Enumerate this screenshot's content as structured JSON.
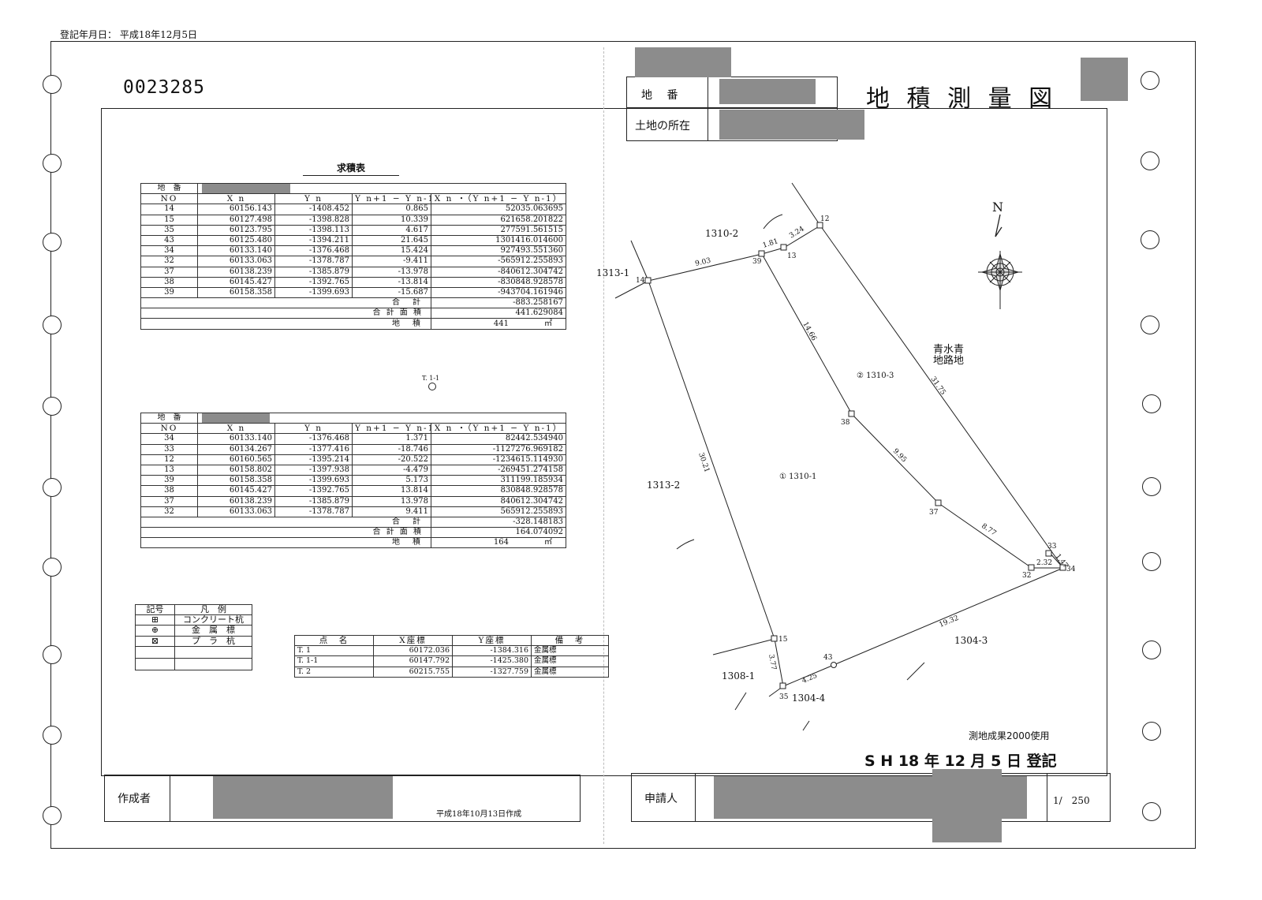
{
  "header": {
    "registration_date": "登記年月日： 平成18年12月5日",
    "doc_number": "0023285",
    "title": "地 積 測 量 図",
    "chiban_label": "地　 番",
    "location_label": "土地の所在"
  },
  "calc": {
    "title": "求積表",
    "chiban_label": "地　番",
    "columns": [
      "NO",
      "X n",
      "Y n",
      "Y n+1 − Y n-1",
      "X n ・（Y n+1 − Y n-1）"
    ],
    "table1": {
      "rows": [
        [
          "14",
          "60156.143",
          "-1408.452",
          "0.865",
          "52035.063695"
        ],
        [
          "15",
          "60127.498",
          "-1398.828",
          "10.339",
          "621658.201822"
        ],
        [
          "35",
          "60123.795",
          "-1398.113",
          "4.617",
          "277591.561515"
        ],
        [
          "43",
          "60125.480",
          "-1394.211",
          "21.645",
          "1301416.014600"
        ],
        [
          "34",
          "60133.140",
          "-1376.468",
          "15.424",
          "927493.551360"
        ],
        [
          "32",
          "60133.063",
          "-1378.787",
          "-9.411",
          "-565912.255893"
        ],
        [
          "37",
          "60138.239",
          "-1385.879",
          "-13.978",
          "-840612.304742"
        ],
        [
          "38",
          "60145.427",
          "-1392.765",
          "-13.814",
          "-830848.928578"
        ],
        [
          "39",
          "60158.358",
          "-1399.693",
          "-15.687",
          "-943704.161946"
        ]
      ],
      "sum_label": "合　計",
      "sum_value": "-883.258167",
      "area_label": "合 計 面 積",
      "area_value": "441.629084",
      "chiseki_label": "地　積",
      "chiseki_value": "441",
      "unit": "㎡"
    },
    "table2": {
      "rows": [
        [
          "34",
          "60133.140",
          "-1376.468",
          "1.371",
          "82442.534940"
        ],
        [
          "33",
          "60134.267",
          "-1377.416",
          "-18.746",
          "-1127276.969182"
        ],
        [
          "12",
          "60160.565",
          "-1395.214",
          "-20.522",
          "-1234615.114930"
        ],
        [
          "13",
          "60158.802",
          "-1397.938",
          "-4.479",
          "-269451.274158"
        ],
        [
          "39",
          "60158.358",
          "-1399.693",
          "5.173",
          "311199.185934"
        ],
        [
          "38",
          "60145.427",
          "-1392.765",
          "13.814",
          "830848.928578"
        ],
        [
          "37",
          "60138.239",
          "-1385.879",
          "13.978",
          "840612.304742"
        ],
        [
          "32",
          "60133.063",
          "-1378.787",
          "9.411",
          "565912.255893"
        ]
      ],
      "sum_label": "合　計",
      "sum_value": "-328.148183",
      "area_label": "合 計 面 積",
      "area_value": "164.074092",
      "chiseki_label": "地　積",
      "chiseki_value": "164",
      "unit": "㎡"
    }
  },
  "legend": {
    "header_symbol": "記号",
    "header_meaning": "凡　例",
    "rows": [
      {
        "symbol": "⊞",
        "label": "コンクリート杭"
      },
      {
        "symbol": "⊕",
        "label": "金　属　標"
      },
      {
        "symbol": "⊠",
        "label": "プ　ラ　杭"
      }
    ]
  },
  "benchmarks": {
    "columns": [
      "点　名",
      "X座標",
      "Y座標",
      "備　考"
    ],
    "rows": [
      [
        "T. 1",
        "60172.036",
        "-1384.316",
        "金属標"
      ],
      [
        "T. 1-1",
        "60147.792",
        "-1425.380",
        "金属標"
      ],
      [
        "T. 2",
        "60215.755",
        "-1327.759",
        "金属標"
      ]
    ]
  },
  "plan": {
    "point_t11": "T. 1-1",
    "north": "N",
    "lots": [
      "1310-2",
      "1313-1",
      "1313-2",
      "1308-1",
      "1304-3",
      "1304-4"
    ],
    "lot_1": "① 1310-1",
    "lot_2": "② 1310-3",
    "road": [
      "青水青",
      "地路地"
    ],
    "points": [
      "12",
      "13",
      "14",
      "15",
      "32",
      "33",
      "34",
      "35",
      "37",
      "38",
      "39",
      "43"
    ],
    "distances": [
      "9.03",
      "1.81",
      "3.24",
      "14.66",
      "31.75",
      "30.21",
      "9.95",
      "8.77",
      "1.47",
      "2.32",
      "19.32",
      "3.77",
      "4.25"
    ],
    "survey_note": "測地成果2000使用",
    "stamp": "S H 18 年 12 月 5 日 登記"
  },
  "footer": {
    "author_label": "作成者",
    "created": "平成18年10月13日作成",
    "applicant_label": "申請人",
    "scale": "1/　250"
  }
}
